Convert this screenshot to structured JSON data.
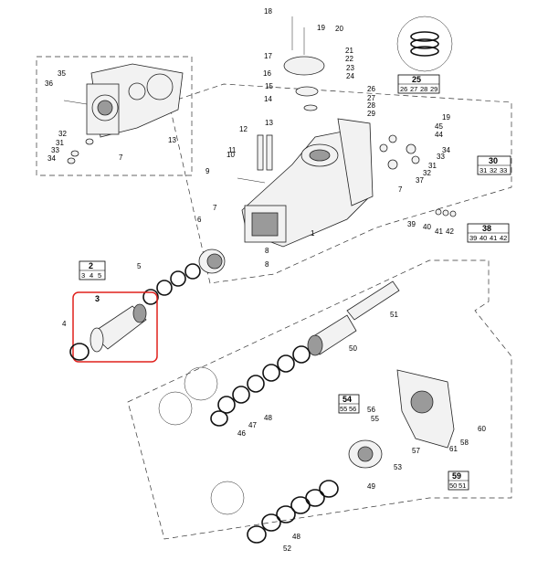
{
  "highlight_color": "#e0201c",
  "highlighted_item": "3",
  "callouts": [
    "1",
    "4",
    "5",
    "6",
    "7",
    "7",
    "7",
    "8",
    "8",
    "9",
    "10",
    "11",
    "12",
    "13",
    "13",
    "14",
    "15",
    "16",
    "17",
    "18",
    "19",
    "19",
    "20",
    "21",
    "22",
    "23",
    "24",
    "26",
    "27",
    "28",
    "29",
    "31",
    "31",
    "32",
    "32",
    "33",
    "33",
    "34",
    "34",
    "35",
    "36",
    "37",
    "39",
    "40",
    "41",
    "42",
    "44",
    "45",
    "46",
    "47",
    "48",
    "48",
    "49",
    "50",
    "51",
    "52",
    "53",
    "55",
    "56",
    "57",
    "58",
    "60",
    "61"
  ],
  "kits": [
    {
      "label": "2",
      "items": [
        "3",
        "4",
        "5"
      ]
    },
    {
      "label": "25",
      "items": [
        "26",
        "27",
        "28",
        "29"
      ]
    },
    {
      "label": "30",
      "items": [
        "31",
        "32",
        "33"
      ]
    },
    {
      "label": "38",
      "items": [
        "39",
        "40",
        "41",
        "42"
      ]
    },
    {
      "label": "54",
      "items": [
        "55",
        "56"
      ]
    },
    {
      "label": "59",
      "items": [
        "50",
        "51"
      ]
    }
  ]
}
